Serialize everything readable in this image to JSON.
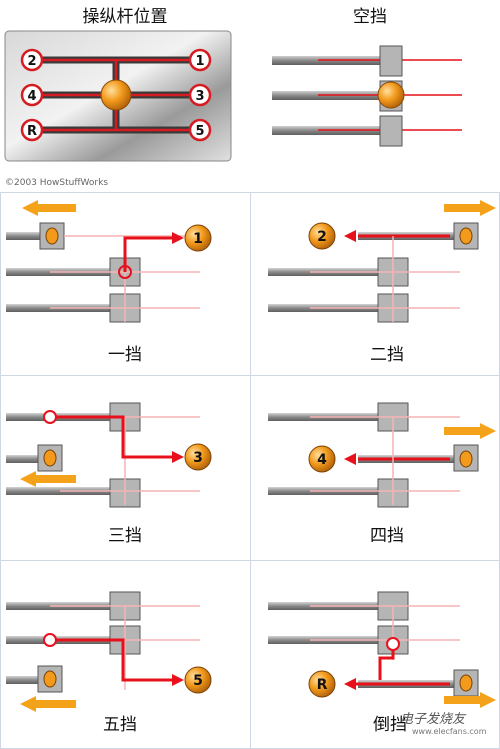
{
  "header": {
    "stick_title": "操纵杆位置",
    "neutral_title": "空挡",
    "copyright": "©2003 HowStuffWorks"
  },
  "shift_pattern": {
    "gear_labels": [
      "2",
      "1",
      "4",
      "3",
      "R",
      "5"
    ]
  },
  "panels": [
    {
      "caption": "一挡",
      "gear": "1"
    },
    {
      "caption": "二挡",
      "gear": "2"
    },
    {
      "caption": "三挡",
      "gear": "3"
    },
    {
      "caption": "四挡",
      "gear": "4"
    },
    {
      "caption": "五挡",
      "gear": "5"
    },
    {
      "caption": "倒挡",
      "gear": "R"
    }
  ],
  "watermark": {
    "text": "电子发烧友",
    "sub": "www.elecfans.com"
  },
  "colors": {
    "rod_gray": "#8c8c8c",
    "red_line": "#e8101a",
    "orange_ball": "#f39a1c",
    "arrow_orange": "#f5a21b",
    "panel_border": "#cfd8e4"
  }
}
